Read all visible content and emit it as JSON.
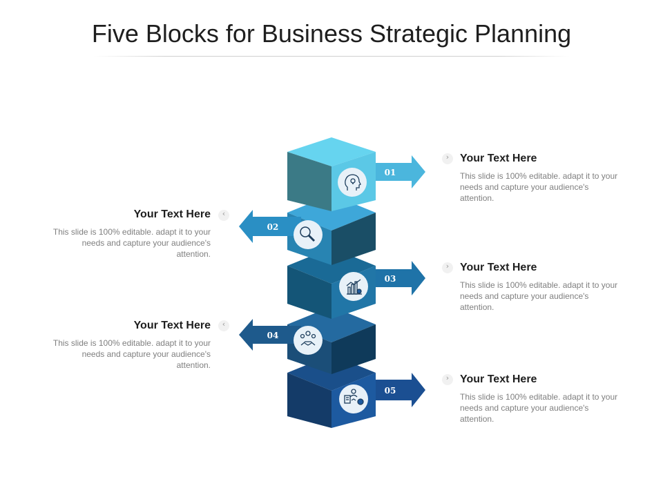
{
  "title": "Five Blocks for Business Strategic Planning",
  "blocks": [
    {
      "number": "01",
      "icon": "head-lightbulb-icon",
      "heading": "Your Text Here",
      "body": "This slide is 100% editable. adapt it to your needs and capture your audience's attention."
    },
    {
      "number": "02",
      "icon": "magnifier-icon",
      "heading": "Your Text Here",
      "body": "This slide is 100% editable. adapt it to your needs and capture your audience's attention."
    },
    {
      "number": "03",
      "icon": "growth-chart-icon",
      "heading": "Your Text Here",
      "body": "This slide is 100% editable. adapt it to your needs and capture your audience's attention."
    },
    {
      "number": "04",
      "icon": "team-handshake-icon",
      "heading": "Your Text Here",
      "body": "This slide is 100% editable. adapt it to your needs and capture your audience's attention."
    },
    {
      "number": "05",
      "icon": "strategy-gear-icon",
      "heading": "Your Text Here",
      "body": "This slide is 100% editable. adapt it to your needs and capture your audience's attention."
    }
  ],
  "colors": {
    "block1": [
      "#66d4ef",
      "#3b7a86",
      "#5bc8e6",
      "#4bb6dd"
    ],
    "block2": [
      "#3ea7d9",
      "#2884b2",
      "#1a4e66",
      "#2a8fc4"
    ],
    "block3": [
      "#1a6a96",
      "#145577",
      "#2176a7",
      "#1f73a8"
    ],
    "block4": [
      "#246aa0",
      "#1b4e78",
      "#0f3a5a",
      "#1e5a8c"
    ],
    "block5": [
      "#1a4f8a",
      "#143b68",
      "#1d5aa0",
      "#1b4f92"
    ],
    "icon_circle": "#e8f1f8",
    "icon_stroke": "#1d3d5c"
  }
}
